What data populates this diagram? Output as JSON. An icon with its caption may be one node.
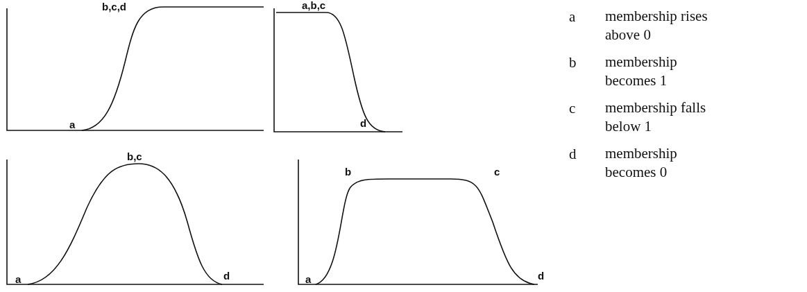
{
  "diagram": {
    "labels": [
      "b,c,d",
      "a",
      "a,b,c",
      "d",
      "b,c",
      "a",
      "d",
      "b",
      "c",
      "a",
      "d",
      "a",
      "membership rises above 0",
      "b",
      "membership becomes 1",
      "c",
      "membership falls below 1",
      "d",
      "membership becomes 0"
    ]
  }
}
